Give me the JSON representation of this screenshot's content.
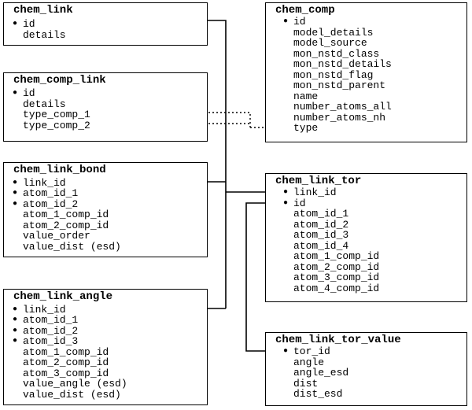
{
  "tables": {
    "chem_link": {
      "name": "chem_link",
      "fields": [
        {
          "label": "id",
          "key": true
        },
        {
          "label": "details",
          "key": false
        }
      ]
    },
    "chem_comp_link": {
      "name": "chem_comp_link",
      "fields": [
        {
          "label": "id",
          "key": true
        },
        {
          "label": "details",
          "key": false
        },
        {
          "label": "type_comp_1",
          "key": false
        },
        {
          "label": "type_comp_2",
          "key": false
        }
      ]
    },
    "chem_link_bond": {
      "name": "chem_link_bond",
      "fields": [
        {
          "label": "link_id",
          "key": true
        },
        {
          "label": "atom_id_1",
          "key": true
        },
        {
          "label": "atom_id_2",
          "key": true
        },
        {
          "label": "atom_1_comp_id",
          "key": false
        },
        {
          "label": "atom_2_comp_id",
          "key": false
        },
        {
          "label": "value_order",
          "key": false
        },
        {
          "label": "value_dist (esd)",
          "key": false
        }
      ]
    },
    "chem_link_angle": {
      "name": "chem_link_angle",
      "fields": [
        {
          "label": "link_id",
          "key": true
        },
        {
          "label": "atom_id_1",
          "key": true
        },
        {
          "label": "atom_id_2",
          "key": true
        },
        {
          "label": "atom_id_3",
          "key": true
        },
        {
          "label": "atom_1_comp_id",
          "key": false
        },
        {
          "label": "atom_2_comp_id",
          "key": false
        },
        {
          "label": "atom_3_comp_id",
          "key": false
        },
        {
          "label": "value_angle (esd)",
          "key": false
        },
        {
          "label": "value_dist (esd)",
          "key": false
        }
      ]
    },
    "chem_comp": {
      "name": "chem_comp",
      "fields": [
        {
          "label": "id",
          "key": true
        },
        {
          "label": "model_details",
          "key": false
        },
        {
          "label": "model_source",
          "key": false
        },
        {
          "label": "mon_nstd_class",
          "key": false
        },
        {
          "label": "mon_nstd_details",
          "key": false
        },
        {
          "label": "mon_nstd_flag",
          "key": false
        },
        {
          "label": "mon_nstd_parent",
          "key": false
        },
        {
          "label": "name",
          "key": false
        },
        {
          "label": "number_atoms_all",
          "key": false
        },
        {
          "label": "number_atoms_nh",
          "key": false
        },
        {
          "label": "type",
          "key": false
        }
      ]
    },
    "chem_link_tor": {
      "name": "chem_link_tor",
      "fields": [
        {
          "label": "link_id",
          "key": true
        },
        {
          "label": "id",
          "key": true
        },
        {
          "label": "atom_id_1",
          "key": false
        },
        {
          "label": "atom_id_2",
          "key": false
        },
        {
          "label": "atom_id_3",
          "key": false
        },
        {
          "label": "atom_id_4",
          "key": false
        },
        {
          "label": "atom_1_comp_id",
          "key": false
        },
        {
          "label": "atom_2_comp_id",
          "key": false
        },
        {
          "label": "atom_3_comp_id",
          "key": false
        },
        {
          "label": "atom_4_comp_id",
          "key": false
        }
      ]
    },
    "chem_link_tor_value": {
      "name": "chem_link_tor_value",
      "fields": [
        {
          "label": "tor_id",
          "key": true
        },
        {
          "label": "angle",
          "key": false
        },
        {
          "label": "angle_esd",
          "key": false
        },
        {
          "label": "dist",
          "key": false
        },
        {
          "label": "dist_esd",
          "key": false
        }
      ]
    }
  },
  "relations": [
    {
      "from": "chem_link_bond.link_id",
      "to": "chem_link.id",
      "style": "solid"
    },
    {
      "from": "chem_link_angle.link_id",
      "to": "chem_link.id",
      "style": "solid"
    },
    {
      "from": "chem_link_tor.link_id",
      "to": "chem_link.id",
      "style": "solid"
    },
    {
      "from": "chem_comp_link.type_comp_1",
      "to": "chem_comp.type",
      "style": "dotted"
    },
    {
      "from": "chem_comp_link.type_comp_2",
      "to": "chem_comp.type",
      "style": "dotted"
    },
    {
      "from": "chem_link_tor_value.tor_id",
      "to": "chem_link_tor.id",
      "style": "solid"
    }
  ]
}
